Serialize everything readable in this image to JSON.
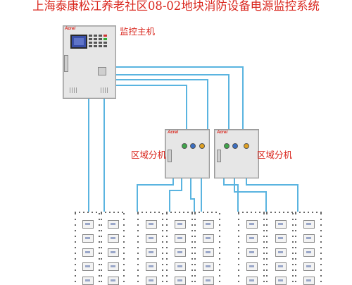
{
  "title": "上海泰康松江养老社区08-02地块消防设备电源监控系统",
  "labels": {
    "main_host": "监控主机",
    "zone_unit_left": "区域分机",
    "zone_unit_right": "区域分机"
  },
  "brand": "Acrel",
  "colors": {
    "title": "#d9251c",
    "wire": "#5ab4e0",
    "cabinet": "#e6e6e6"
  }
}
